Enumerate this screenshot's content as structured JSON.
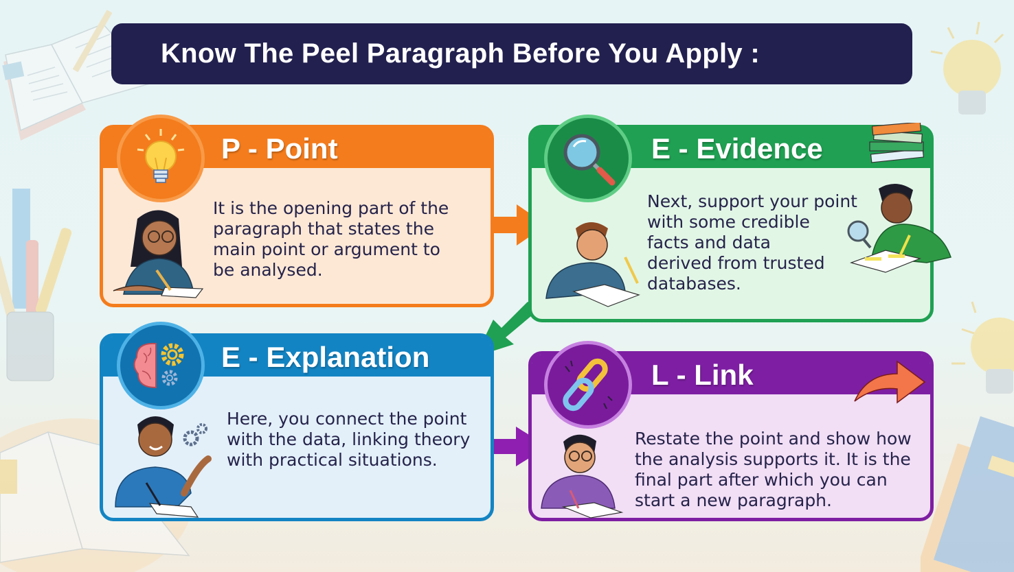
{
  "title": "Know The Peel Paragraph Before You Apply :",
  "colors": {
    "title_bg": "#22204f",
    "point": "#f47c1c",
    "evidence": "#1fa052",
    "explanation": "#1384c3",
    "link": "#7e1fa3",
    "text": "#25234a"
  },
  "cards": [
    {
      "id": "point",
      "title": "P - Point",
      "icon": "lightbulb-icon",
      "illustration": "girl-writing-illustration",
      "text": "It is the opening part of the\nparagraph that states the\nmain point or argument to\nbe analysed."
    },
    {
      "id": "evidence",
      "title": "E - Evidence",
      "icon": "magnifying-glass-icon",
      "decoration": "book-stack-icon",
      "illustration": "boy-reading-illustration",
      "illustration_2": "student-with-magnifier-illustration",
      "text": "Next, support your point\nwith some credible\nfacts and data\nderived from trusted\ndatabases."
    },
    {
      "id": "explanation",
      "title": "E - Explanation",
      "icon": "brain-gears-icon",
      "illustration": "boy-explaining-illustration",
      "text": "Here, you connect the point\nwith the data, linking theory\nwith practical situations."
    },
    {
      "id": "link",
      "title": "L - Link",
      "icon": "chain-link-icon",
      "decoration": "curved-arrow-icon",
      "illustration": "boy-with-glasses-writing-illustration",
      "text": "Restate the point and show how\nthe analysis supports it. It is the\nfinal part after which you can\n start a new paragraph."
    }
  ],
  "flow_arrows": [
    {
      "from": "point",
      "to": "evidence",
      "direction": "right",
      "color": "#f47c1c"
    },
    {
      "from": "evidence",
      "to": "explanation",
      "direction": "down-left",
      "color": "#1fa052"
    },
    {
      "from": "explanation",
      "to": "link",
      "direction": "right",
      "color": "#7e1fa3"
    }
  ]
}
